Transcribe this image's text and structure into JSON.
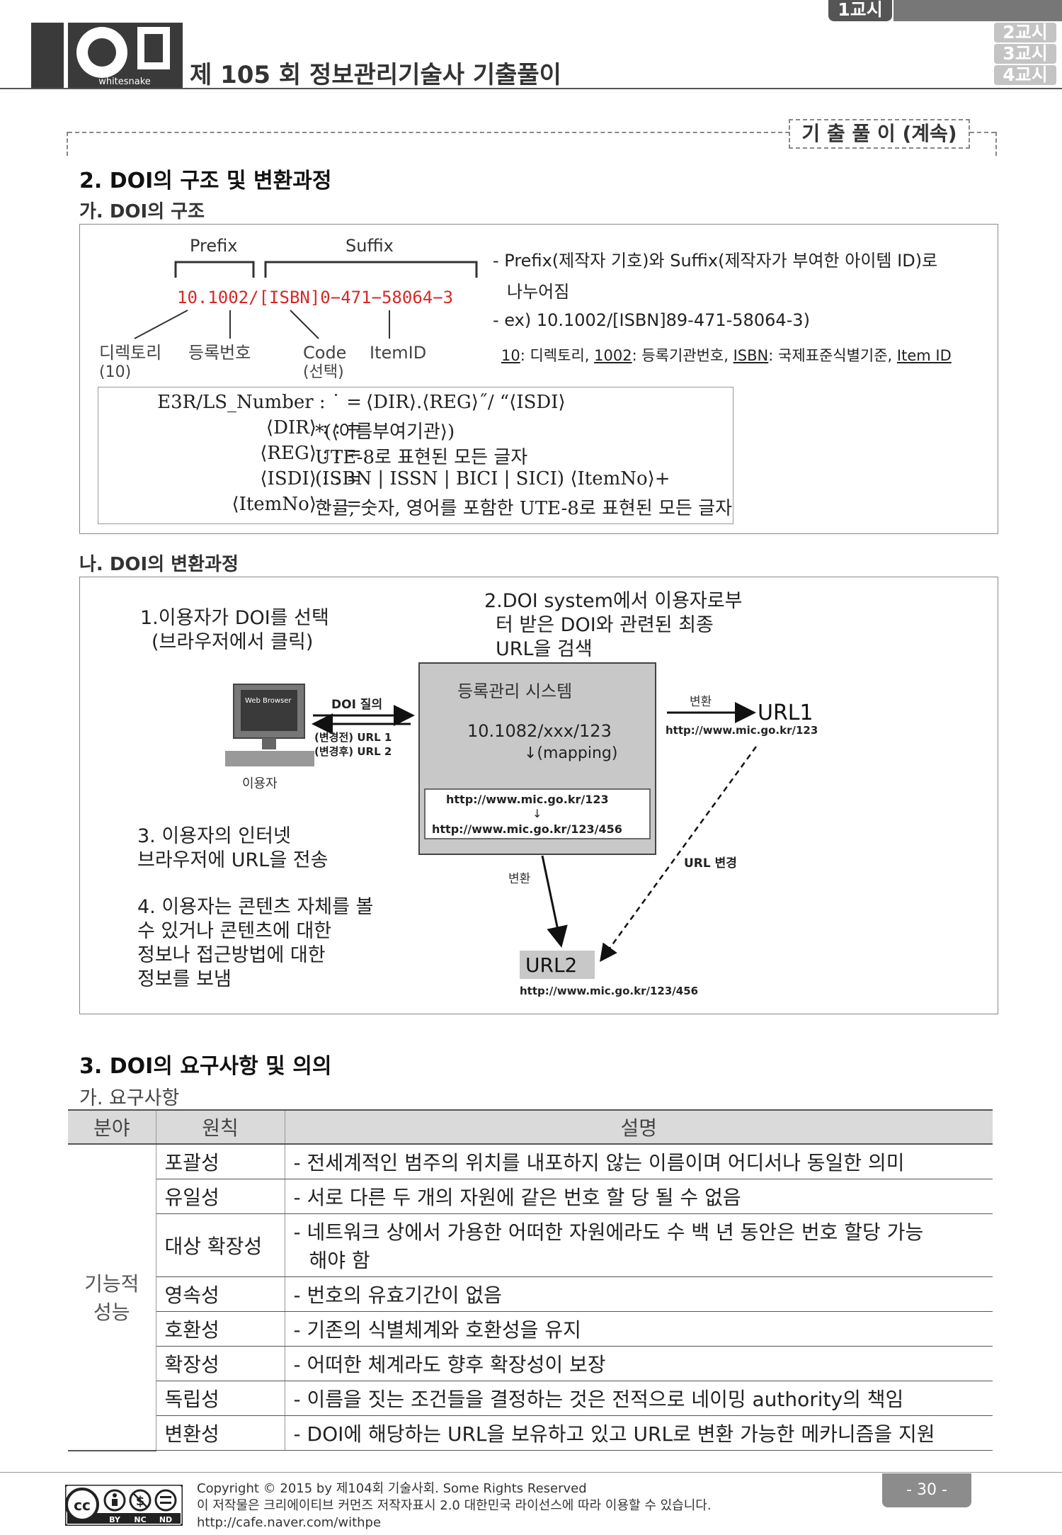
{
  "header": {
    "logo_text": "whitesnake",
    "title": "제 105 회 정보관리기술사 기출풀이",
    "tabs": [
      "1교시",
      "2교시",
      "3교시",
      "4교시"
    ]
  },
  "continue_tag": "기 출 풀 이 (계속)",
  "section2": {
    "title": "2. DOI의 구조 및 변환과정",
    "sub_a": "가. DOI의 구조",
    "structure_fig": {
      "prefix_label": "Prefix",
      "suffix_label": "Suffix",
      "doi_sample": "10.1002/[ISBN]0−471−58064−3",
      "directory_label": "디렉토리",
      "directory_sub": "(10)",
      "regno_label": "등록번호",
      "code_label": "Code",
      "code_sub": "(선택)",
      "itemid_label": "ItemID"
    },
    "notes": {
      "line1": "- Prefix(제작자 기호)와 Suffix(제작자가 부여한 아이템 ID)로",
      "line2": "나누어짐",
      "line3": "- ex) 10.1002/[ISBN]89-471-58064-3)",
      "line4_parts": [
        "10",
        ": 디렉토리, ",
        "1002",
        ": 등록기관번호, ",
        "ISBN",
        ": 국제표준식별기준, ",
        "Item ID"
      ]
    },
    "grammar": [
      {
        "lhs": "E3R/LS_Number : ˙ =",
        "rhs": "⟨DIR⟩.⟨REG⟩˝/ “⟨ISDI⟩"
      },
      {
        "lhs": "⟨DIR⟩ : : =",
        "rhs": "*(⟨이름부여기관⟩)"
      },
      {
        "lhs": "⟨REG⟩ : : =",
        "rhs": "UTE-8로 표현된 모든 글자"
      },
      {
        "lhs": "⟨ISDI⟩ : : =",
        "rhs": "(ISBN | ISSN | BICI | SICI) ⟨ItemNo⟩+"
      },
      {
        "lhs": "⟨ItemNo⟩ : : =",
        "rhs": "한글, 숫자, 영어를 포함한 UTE-8로 표현된 모든 글자"
      }
    ],
    "sub_b": "나. DOI의 변환과정",
    "process": {
      "step1_line1": "1.이용자가 DOI를 선택",
      "step1_line2": "(브라우저에서 클릭)",
      "step2_line1": "2.DOI system에서 이용자로부",
      "step2_line2": "터 받은 DOI와 관련된 최종",
      "step2_line3": "URL을 검색",
      "step3_line1": "3. 이용자의 인터넷",
      "step3_line2": "브라우저에 URL을 전송",
      "step4_line1": "4. 이용자는 콘텐츠 자체를 볼",
      "step4_line2": "수 있거나 콘텐츠에 대한",
      "step4_line3": "정보나 접근방법에 대한",
      "step4_line4": "정보를 보냄",
      "screen_label": "Web Browser",
      "user_label": "이용자",
      "doi_query": "DOI 질의",
      "before_url": "(변경전) URL 1",
      "after_url": "(변경후) URL 2",
      "system_title": "등록관리 시스템",
      "system_doi": "10.1082/xxx/123",
      "mapping_label": "↓(mapping)",
      "map_from": "http://www.mic.go.kr/123",
      "map_arrow": "↓",
      "map_to": "http://www.mic.go.kr/123/456",
      "convert1": "변환",
      "url1_label": "URL1",
      "url1_addr": "http://www.mic.go.kr/123",
      "convert2": "변환",
      "url_change": "URL 변경",
      "url2_label": "URL2",
      "url2_addr": "http://www.mic.go.kr/123/456"
    }
  },
  "section3": {
    "title": "3. DOI의 요구사항 및 의의",
    "sub_a": "가. 요구사항",
    "table": {
      "headers": [
        "분야",
        "원칙",
        "설명"
      ],
      "area_line1": "기능적",
      "area_line2": "성능",
      "rows": [
        {
          "principle": "포괄성",
          "desc": "- 전세계적인 범주의 위치를 내포하지 않는 이름이며 어디서나 동일한 의미"
        },
        {
          "principle": "유일성",
          "desc": "- 서로 다른 두 개의 자원에 같은 번호 할 당 될 수 없음"
        },
        {
          "principle": "대상 확장성",
          "desc": "- 네트워크 상에서 가용한 어떠한 자원에라도 수 백 년 동안은 번호 할당 가능",
          "desc2": "해야 함"
        },
        {
          "principle": "영속성",
          "desc": "- 번호의 유효기간이 없음"
        },
        {
          "principle": "호환성",
          "desc": "- 기존의 식별체계와 호환성을 유지"
        },
        {
          "principle": "확장성",
          "desc": "- 어떠한 체계라도 향후 확장성이 보장"
        },
        {
          "principle": "독립성",
          "desc": "- 이름을 짓는 조건들을 결정하는 것은 전적으로 네이밍 authority의 책임"
        },
        {
          "principle": "변환성",
          "desc": "- DOI에 해당하는 URL을 보유하고 있고 URL로 변환 가능한 메카니즘을 지원"
        }
      ]
    }
  },
  "footer": {
    "cc_badge": "cc",
    "cc_terms": [
      "BY",
      "NC",
      "ND"
    ],
    "line1": "Copyright © 2015 by 제104회 기술사회. Some Rights Reserved",
    "line2": "이 저작물은 크리에이티브 커먼즈 저작자표시 2.0 대한민국 라이선스에 따라 이용할 수 있습니다.",
    "line3": "http://cafe.naver.com/withpe",
    "page": "- 30 -"
  }
}
